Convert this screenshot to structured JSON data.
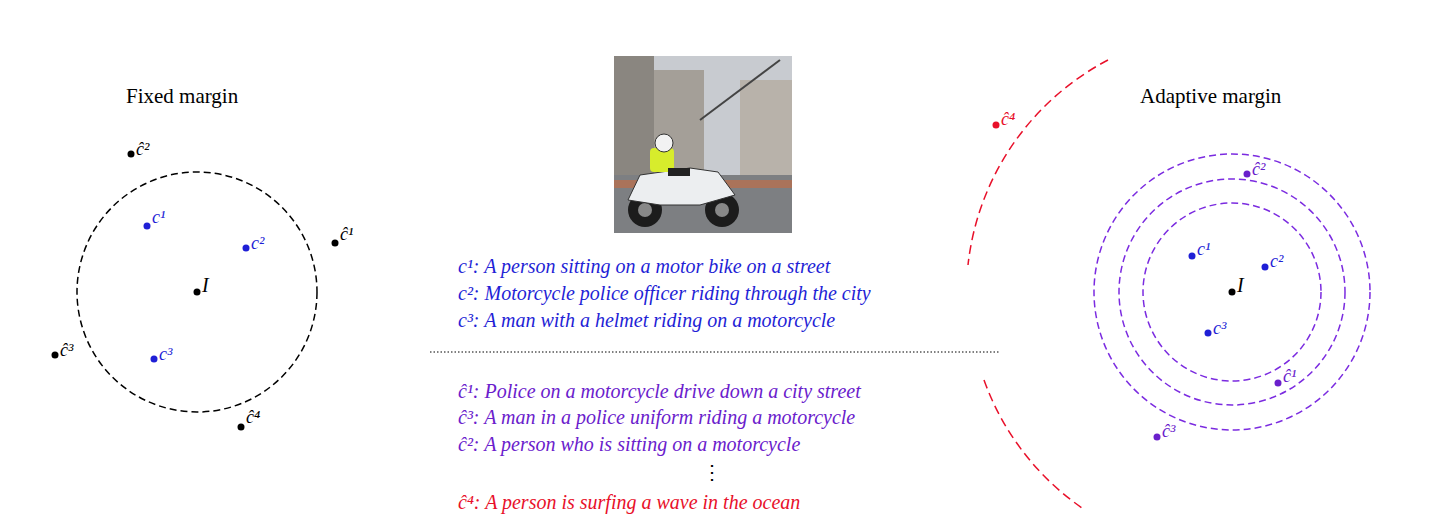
{
  "diagram": {
    "labels": [
      "Fixed margin",
      "ĉ²",
      "c¹",
      "c²",
      "ĉ¹",
      "I",
      "ĉ³",
      "c³",
      "ĉ⁴",
      "c¹: A person sitting on a motor bike on a street",
      "c²: Motorcycle police officer riding through the city",
      "c³: A man with a helmet riding on a motorcycle",
      "ĉ¹: Police on a motorcycle drive down a city street",
      "ĉ³: A man in a police uniform riding a motorcycle",
      "ĉ²: A person who is sitting on a motorcycle",
      "⋮",
      "ĉ⁴: A person is surfing a wave in the ocean",
      "ĉ⁴",
      "Adaptive margin",
      "ĉ²",
      "c¹",
      "c²",
      "I",
      "c³",
      "ĉ¹",
      "ĉ³"
    ]
  }
}
